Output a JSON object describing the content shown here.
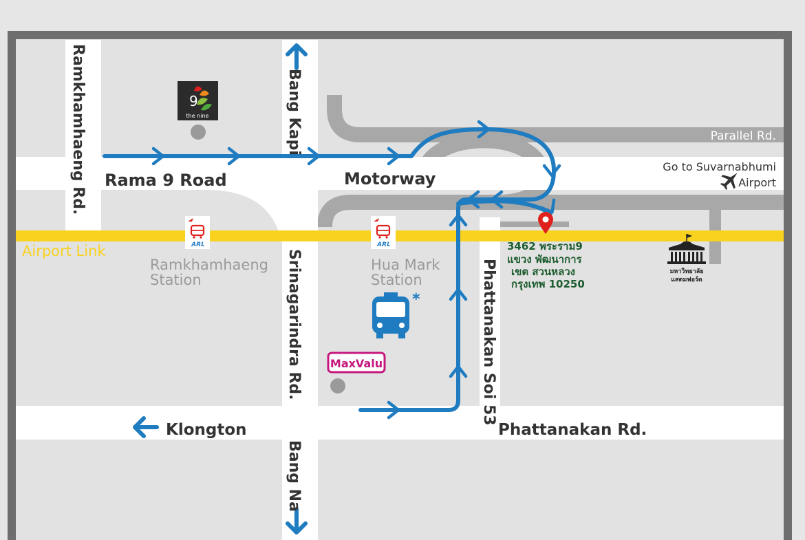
{
  "roads": {
    "rama9": "Rama 9 Road",
    "motorway": "Motorway",
    "ramkhamhaeng": "Ramkhamhaeng Rd.",
    "bang_kapi": "Bang Kapi",
    "srinagarindra": "Srinagarindra Rd.",
    "bang_na": "Bang Na",
    "phattanakan_soi": "Phattanakan Soi 53",
    "klongton": "Klongton",
    "phattanakan_rd": "Phattanakan Rd.",
    "parallel": "Parallel Rd."
  },
  "rail": {
    "line_name": "Airport Link",
    "line_color": "#f8d21f",
    "logo_text": "ARL",
    "station1_line1": "Ramkhamhaeng",
    "station1_line2": "Station",
    "station2_line1": "Hua Mark",
    "station2_line2": "Station"
  },
  "airport": {
    "line1": "Go to Suvarnabhumi",
    "line2": "Airport"
  },
  "destination": {
    "line1": "3462 พระราม9",
    "line2": "แขวง พัฒนาการ",
    "line3": "เขต สวนหลวง",
    "line4": "กรุงเทพ 10250"
  },
  "university": {
    "line1": "มหาวิทยาลัย",
    "line2": "แสตมฟอร์ด"
  },
  "landmarks": {
    "the_nine_number": "9",
    "the_nine_word": "the nine",
    "maxvalu": "MaxValu",
    "bus_note": "*"
  },
  "colors": {
    "route": "#1f7cc0",
    "road": "#ffffff",
    "flyover": "#a8a8a8",
    "frame": "#6e6e6e",
    "pin": "#e0201c",
    "destination_text": "#1d5c2e",
    "maxvalu": "#c5187d"
  }
}
